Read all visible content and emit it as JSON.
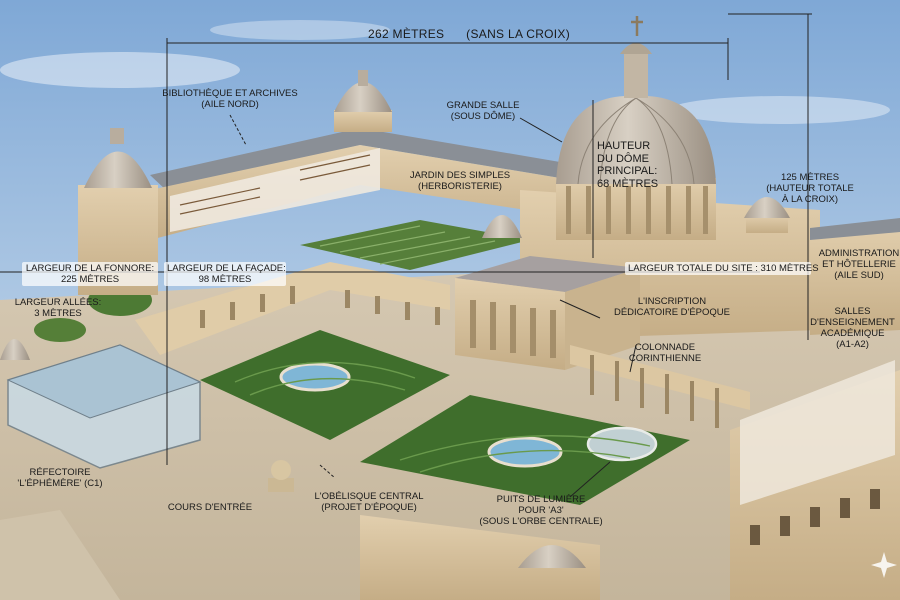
{
  "labels": {
    "width_no_cross": [
      "262 MÈTRES",
      "(SANS LA CROIX)"
    ],
    "library": [
      "BIBLIOTHÈQUE ET ARCHIVES",
      "(AILE NORD)"
    ],
    "great_hall": [
      "GRANDE SALLE",
      "(SOUS DÔME)"
    ],
    "dome_height": [
      "HAUTEUR",
      "DU DÔME",
      "PRINCIPAL:",
      "68 MÈTRES"
    ],
    "total_height": [
      "125 MÈTRES",
      "(HAUTEUR TOTALE",
      "À LA CROIX)"
    ],
    "simples_garden": [
      "JARDIN DES SIMPLES",
      "(HERBORISTERIE)"
    ],
    "fonnore_width": [
      "LARGEUR DE LA FONNORE:",
      "225 MÈTRES"
    ],
    "facade_width": [
      "LARGEUR DE LA FAÇADE:",
      "98 MÈTRES"
    ],
    "alley_width": [
      "LARGEUR ALLÉES:",
      "3 MÈTRES"
    ],
    "site_width": [
      "LARGEUR TOTALE DU SITE : 310 MÈTRES"
    ],
    "administration": [
      "ADMINISTRATION",
      "ET HÔTELLERIE",
      "(AILE SUD)"
    ],
    "inscription": [
      "L'INSCRIPTION",
      "DÉDICATOIRE D'ÉPOQUE"
    ],
    "colonnade": [
      "COLONNADE",
      "CORINTHIENNE"
    ],
    "classrooms": [
      "SALLES",
      "D'ENSEIGNEMENT",
      "ACADÉMIQUE",
      "(A1-A2)"
    ],
    "refectory": [
      "RÉFECTOIRE",
      "'L'ÉPHÉMÈRE' (C1)"
    ],
    "entry_court": [
      "COURS D'ENTRÉE"
    ],
    "obelisk": [
      "L'OBÉLISQUE CENTRAL",
      "(PROJET D'ÉPOQUE)"
    ],
    "light_well": [
      "PUITS DE LUMIÈRE",
      "POUR 'A3'",
      "(SOUS L'ORBE CENTRALE)"
    ]
  },
  "colors": {
    "sky_top": "#7fa8d6",
    "sky_bottom": "#dbe7f1",
    "stone": "#d8c3a0",
    "stone_shadow": "#b39b76",
    "roof_slate": "#8a8f96",
    "dome": "#c9bfb2",
    "hedge": "#3f6e2c",
    "water": "#7fb6d6",
    "annotation_line": "#222222"
  },
  "icons": [
    "cross-icon",
    "sparkle-icon"
  ]
}
